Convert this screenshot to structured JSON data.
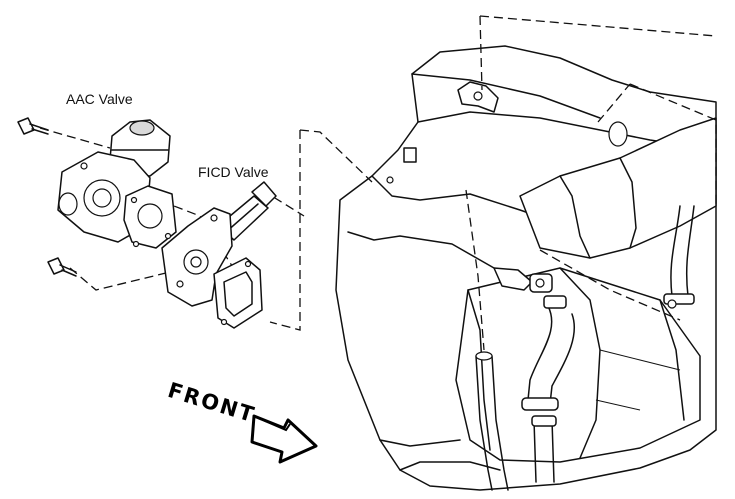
{
  "labels": {
    "aac_valve": "AAC Valve",
    "ficd_valve": "FICD Valve",
    "front": "FRONT"
  },
  "icons": {
    "front_arrow": "front-arrow-icon",
    "bolt": "bolt-icon"
  }
}
